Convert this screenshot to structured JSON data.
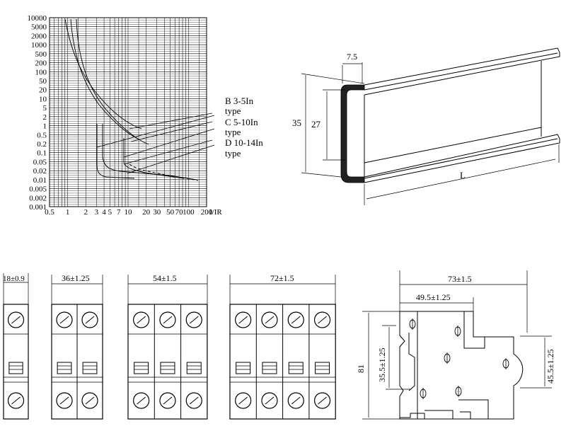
{
  "trip_chart": {
    "y_ticks": [
      "10000",
      "5000",
      "2000",
      "1000",
      "500",
      "200",
      "100",
      "50",
      "20",
      "10",
      "5",
      "2",
      "1",
      "0.5",
      "0.2",
      "0.1",
      "0.05",
      "0.02",
      "0.01",
      "0.005",
      "0.002",
      "0.001"
    ],
    "x_ticks": [
      "0.5",
      "1",
      "2",
      "3",
      "4",
      "5",
      "7",
      "10",
      "20",
      "30",
      "50",
      "70",
      "100",
      "200"
    ],
    "x_unit": "I/IR",
    "legend": [
      {
        "name": "B 3-5In",
        "sub": "type"
      },
      {
        "name": "C 5-10In",
        "sub": "type"
      },
      {
        "name": "D 10-14In",
        "sub": "type"
      }
    ]
  },
  "din_rail": {
    "top_width": "7.5",
    "outer_height": "35",
    "inner_height": "27",
    "length": "L"
  },
  "breakers": [
    {
      "poles": 1,
      "width": "18±0.9"
    },
    {
      "poles": 2,
      "width": "36±1.25"
    },
    {
      "poles": 3,
      "width": "54±1.5"
    },
    {
      "poles": 4,
      "width": "72±1.5"
    }
  ],
  "side_view": {
    "depth": "73±1.5",
    "inner_depth": "49.5±1.25",
    "height": "81",
    "left_offset": "35.5±1.25",
    "right_offset": "45.5±1.25"
  }
}
